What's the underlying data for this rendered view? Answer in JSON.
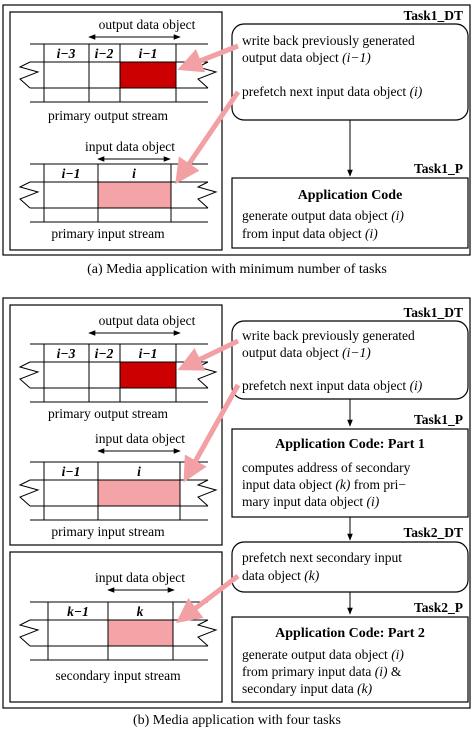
{
  "colors": {
    "dark_red": "#cc0000",
    "light_red": "#f4a3a6",
    "arrow_pink": "#f2a0a4",
    "line": "#000000"
  },
  "panel_a": {
    "caption": "(a) Media application with minimum number of tasks",
    "task1_dt_title": "Task1_DT",
    "task1_p_title": "Task1_P",
    "dt_line1": "write back previously generated",
    "dt_line2": "output data object",
    "dt_line2_var": "(i−1)",
    "dt_line3": "prefetch next input data object",
    "dt_line3_var": "(i)",
    "app_title": "Application Code",
    "app_line1": "generate output data object",
    "app_line1_var": "(i)",
    "app_line2": "from input data object",
    "app_line2_var": "(i)",
    "out_label": "output data object",
    "out_cells": [
      "i−3",
      "i−2",
      "i−1"
    ],
    "out_stream": "primary output stream",
    "in_label": "input data object",
    "in_cells": [
      "i−1",
      "i"
    ],
    "in_stream": "primary input stream"
  },
  "panel_b": {
    "caption": "(b) Media application with four tasks",
    "task1_dt_title": "Task1_DT",
    "task1_p_title": "Task1_P",
    "task2_dt_title": "Task2_DT",
    "task2_p_title": "Task2_P",
    "dt_line1": "write back previously generated",
    "dt_line2": "output data object",
    "dt_line2_var": "(i−1)",
    "dt_line3": "prefetch next input data object",
    "dt_line3_var": "(i)",
    "p1_title": "Application Code: Part 1",
    "p1_line1": "computes address of secondary",
    "p1_line2_a": "input data object",
    "p1_line2_var": "(k)",
    "p1_line2_b": "from pri−",
    "p1_line3_a": "mary input data object",
    "p1_line3_var": "(i)",
    "dt2_line1": "prefetch next secondary input",
    "dt2_line2": "data object",
    "dt2_line2_var": "(k)",
    "p2_title": "Application Code: Part 2",
    "p2_line1": "generate output data object",
    "p2_line1_var": "(i)",
    "p2_line2_a": "from primary input data",
    "p2_line2_var": "(i)",
    "p2_line2_b": "&",
    "p2_line3": "secondary input data",
    "p2_line3_var": "(k)",
    "out_label": "output data object",
    "out_cells": [
      "i−3",
      "i−2",
      "i−1"
    ],
    "out_stream": "primary output stream",
    "in_label": "input data object",
    "in_cells": [
      "i−1",
      "i"
    ],
    "in_stream": "primary input stream",
    "sec_label": "input data object",
    "sec_cells": [
      "k−1",
      "k"
    ],
    "sec_stream": "secondary input stream"
  }
}
